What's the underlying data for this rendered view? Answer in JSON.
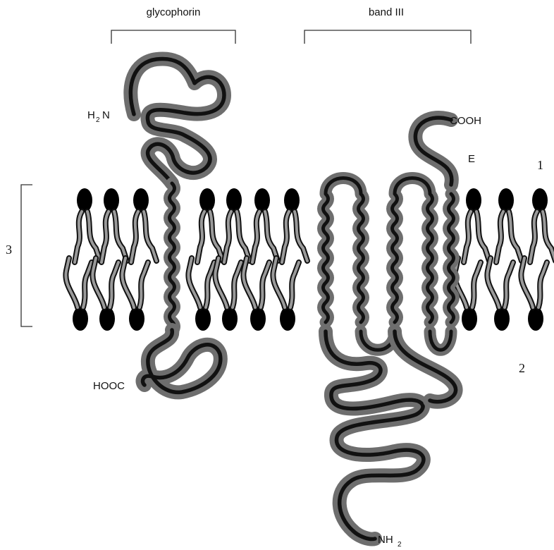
{
  "labels": {
    "glycophorin": "glycophorin",
    "band_iii": "band III",
    "h2n": "H",
    "h2n_sub": "2",
    "h2n_end": "N",
    "cooh": "COOH",
    "e": "E",
    "hooc": "HOOC",
    "nh": "NH",
    "nh_sub": "2",
    "num_1": "1",
    "num_2": "2",
    "num_3": "3"
  },
  "colors": {
    "protein_halo": "#6e6e6e",
    "protein_core": "#111111",
    "lipid_head": "#000000"
  }
}
